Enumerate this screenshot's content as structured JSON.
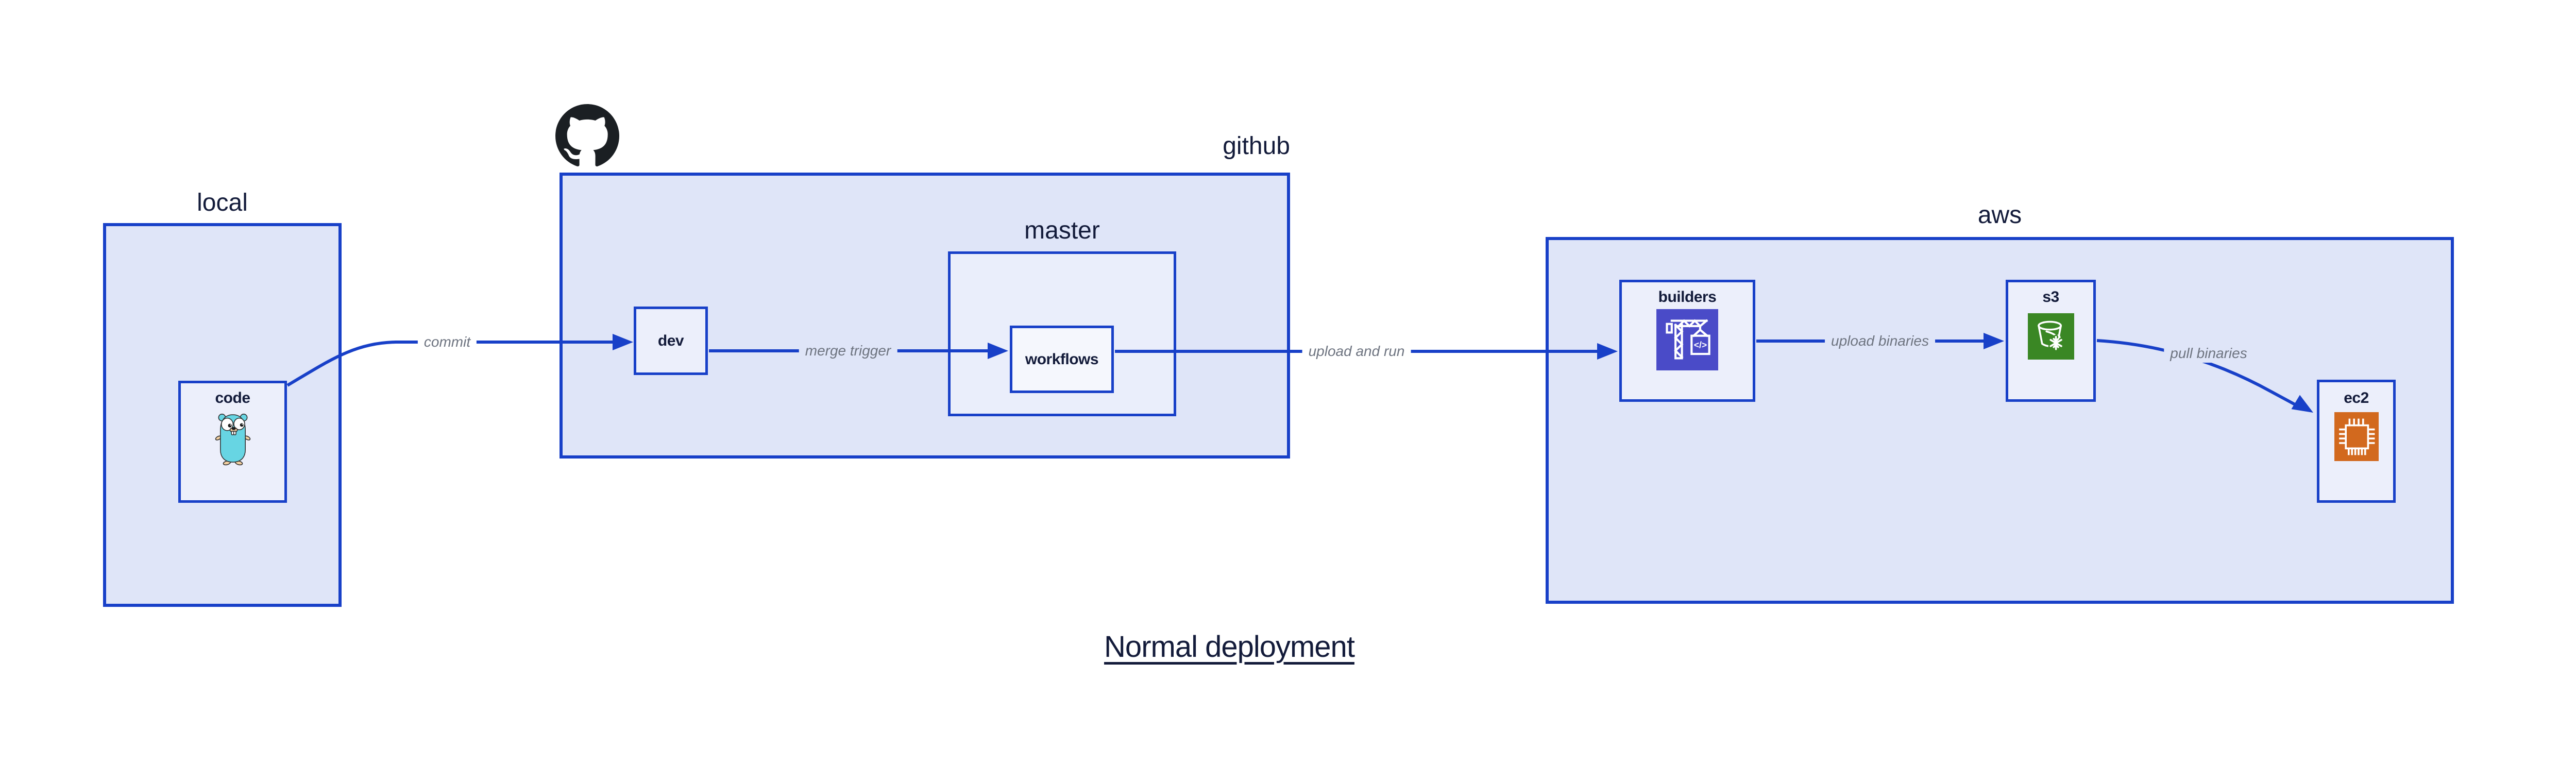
{
  "diagram": {
    "title": "Normal deployment",
    "groups": {
      "local": {
        "label": "local"
      },
      "github": {
        "label": "github"
      },
      "master": {
        "label": "master"
      },
      "aws": {
        "label": "aws"
      }
    },
    "nodes": {
      "code": {
        "label": "code",
        "icon": "go-gopher-icon"
      },
      "dev": {
        "label": "dev"
      },
      "workflows": {
        "label": "workflows"
      },
      "builders": {
        "label": "builders",
        "icon": "aws-codebuild-icon",
        "icon_text": "</>"
      },
      "s3": {
        "label": "s3",
        "icon": "aws-s3-glacier-bucket-icon"
      },
      "ec2": {
        "label": "ec2",
        "icon": "aws-ec2-chip-icon"
      }
    },
    "edges": {
      "commit": {
        "label": "commit"
      },
      "merge_trigger": {
        "label": "merge trigger"
      },
      "upload_and_run": {
        "label": "upload and run"
      },
      "upload_binaries": {
        "label": "upload binaries"
      },
      "pull_binaries": {
        "label": "pull binaries"
      }
    },
    "colors": {
      "stroke_blue": "#1840C8",
      "group_fill": "#DFE5F8",
      "node_fill": "#ECEFFB",
      "workflows_fill": "#F5F7FD",
      "text_dark": "#131B3A",
      "edge_label_gray": "#6E7480",
      "codebuild_purple": "#4A4BC8",
      "s3_green": "#3A8724",
      "ec2_orange": "#D2691E",
      "gopher_cyan": "#67D5E3",
      "github_mark": "#1B1F23"
    }
  }
}
